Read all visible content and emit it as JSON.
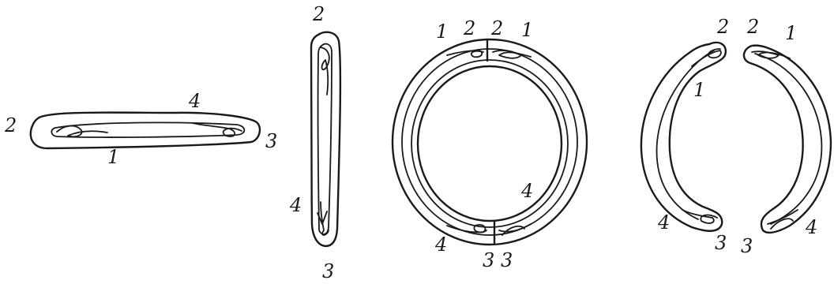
{
  "labels": {
    "strip": {
      "left": "2",
      "top": "4",
      "bottom": "1",
      "right": "3"
    },
    "vertical": {
      "top": "2",
      "left": "4",
      "bottom": "3"
    },
    "ring": {
      "top_far_left": "1",
      "top_left": "2",
      "top_right": "2",
      "top_far_right": "1",
      "right_lower": "4",
      "bottom_left_far": "4",
      "bottom_left": "3",
      "bottom_right": "3"
    },
    "split": {
      "top_left": "2",
      "top_right": "2",
      "top_far_right": "1",
      "inner_left": "1",
      "bottom_left_far": "4",
      "bottom_left": "3",
      "bottom_right": "3",
      "bottom_right_far": "4"
    }
  }
}
